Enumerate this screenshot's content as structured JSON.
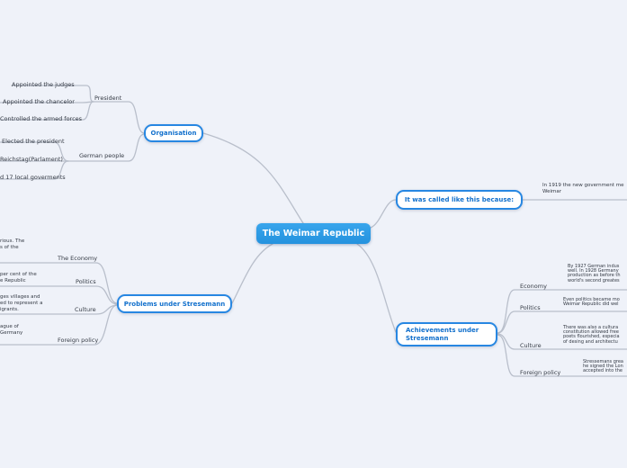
{
  "colors": {
    "background": "#eff2f9",
    "connector": "#b9bfcb",
    "node_border": "#2787e2",
    "node_text": "#1270cc",
    "center_fill": "#2d9ce4",
    "center_text": "#ffffff",
    "leaf_text": "#343a44"
  },
  "center": {
    "label": "The Weimar Republic"
  },
  "organisation": {
    "label": "Organisation",
    "president": {
      "label": "President",
      "children": [
        "Appointed the judges",
        "Appointed the chancelor",
        "Controlled the armed forces"
      ]
    },
    "german_people": {
      "label": "German people",
      "children": [
        "Elected the president",
        "Reichstag(Parlament)",
        "d 17 local goverments"
      ]
    }
  },
  "called_because": {
    "label": "It was called like this because:",
    "note_lines": [
      "In 1919 the new government me",
      "Weimar"
    ]
  },
  "problems": {
    "label": "Problems under Stresemann",
    "rows": [
      {
        "label": "The Economy",
        "lines": [
          "rious. The",
          "s of the"
        ]
      },
      {
        "label": "Politics",
        "lines": [
          "per cent of the",
          "e Republic"
        ]
      },
      {
        "label": "Culture",
        "lines": [
          "ges villages and",
          "ed to represent a",
          "igrants."
        ]
      },
      {
        "label": "Foreign policy",
        "lines": [
          "ague of",
          "Germany"
        ]
      }
    ]
  },
  "achievements": {
    "label_lines": [
      "Achievements under",
      "Stresemann"
    ],
    "rows": [
      {
        "label": "Economy",
        "lines": [
          "By 1927 German indus",
          "well. In 1928 Germany",
          "production as before th",
          "world's second greates"
        ]
      },
      {
        "label": "Politics",
        "lines": [
          "Even politics became mo",
          "Weimar Republic did wel"
        ]
      },
      {
        "label": "Culture",
        "lines": [
          "There was also a cultura",
          "constitution allowed free",
          "poets flourished, especia",
          "of desing and architectu"
        ]
      },
      {
        "label": "Foreign policy",
        "lines": [
          "Stressemans grea",
          "he signed the Lon",
          "accepted into the"
        ]
      }
    ]
  }
}
